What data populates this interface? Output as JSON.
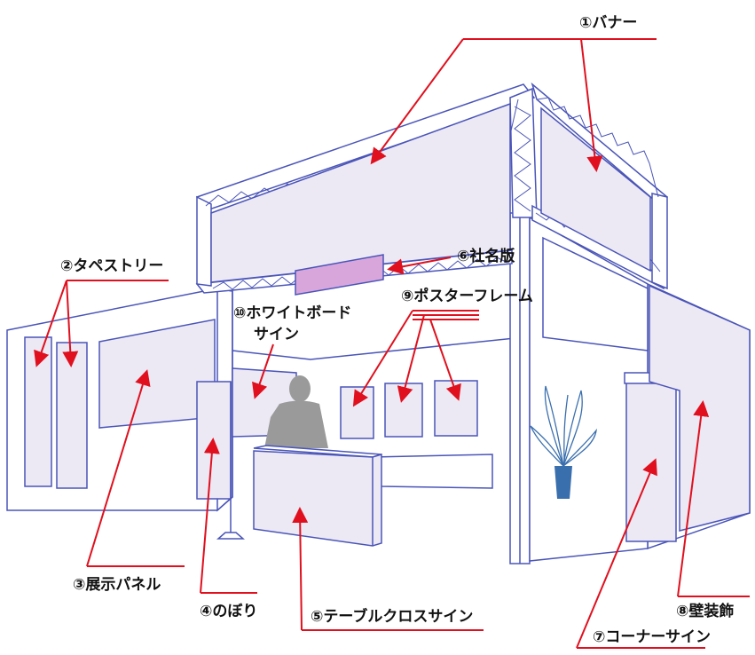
{
  "colors": {
    "outline": "#4a55b8",
    "panel_fill": "#ece8f4",
    "sign_fill": "#d9a6dc",
    "arrow": "#e0101e",
    "person": "#9a9a9a",
    "plant": "#3a6fae",
    "label": "#111111"
  },
  "labels": {
    "banner": "①バナー",
    "tapestry": "②タペストリー",
    "display_panel": "③展示パネル",
    "nobori": "④のぼり",
    "tablecloth_sign": "⑤テーブルクロスサイン",
    "company_sign": "⑥社名版",
    "corner_sign": "⑦コーナーサイン",
    "wall_decoration": "⑧壁装飾",
    "poster_frame": "⑨ポスターフレーム",
    "whiteboard_sign_line1": "⑩ホワイトボード",
    "whiteboard_sign_line2": "サイン"
  }
}
